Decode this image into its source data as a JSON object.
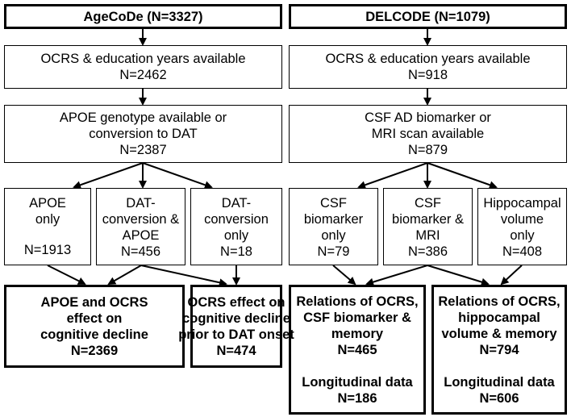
{
  "ageCoDe": {
    "header": "AgeCoDe (N=3327)",
    "step1": {
      "line1": "OCRS & education years available",
      "n": "N=2462"
    },
    "step2": {
      "line1": "APOE genotype available or",
      "line2": "conversion to DAT",
      "n": "N=2387"
    },
    "sub": [
      {
        "line1": "APOE",
        "line2": "only",
        "line3": "",
        "n": "N=1913"
      },
      {
        "line1": "DAT-",
        "line2": "conversion &",
        "line3": "APOE",
        "n": "N=456"
      },
      {
        "line1": "DAT-",
        "line2": "conversion",
        "line3": "only",
        "n": "N=18"
      }
    ],
    "out1": {
      "line1": "APOE and OCRS",
      "line2": "effect on",
      "line3": "cognitive decline",
      "n": "N=2369"
    },
    "out2": {
      "line1": "OCRS effect on",
      "line2": "cognitive decline",
      "line3": "prior to DAT onset",
      "n": "N=474"
    }
  },
  "delcode": {
    "header": "DELCODE (N=1079)",
    "step1": {
      "line1": "OCRS & education years available",
      "n": "N=918"
    },
    "step2": {
      "line1": "CSF AD biomarker or",
      "line2": "MRI scan available",
      "n": "N=879"
    },
    "sub": [
      {
        "line1": "CSF",
        "line2": "biomarker",
        "line3": "only",
        "n": "N=79"
      },
      {
        "line1": "CSF",
        "line2": "biomarker &",
        "line3": "MRI",
        "n": "N=386"
      },
      {
        "line1": "Hippocampal",
        "line2": "volume",
        "line3": "only",
        "n": "N=408"
      }
    ],
    "out1": {
      "line1": "Relations of OCRS,",
      "line2": "CSF biomarker &",
      "line3": "memory",
      "n": "N=465",
      "long": "Longitudinal data",
      "long_n": "N=186"
    },
    "out2": {
      "line1": "Relations of OCRS,",
      "line2": "hippocampal",
      "line3": "volume & memory",
      "n": "N=794",
      "long": "Longitudinal data",
      "long_n": "N=606"
    }
  }
}
